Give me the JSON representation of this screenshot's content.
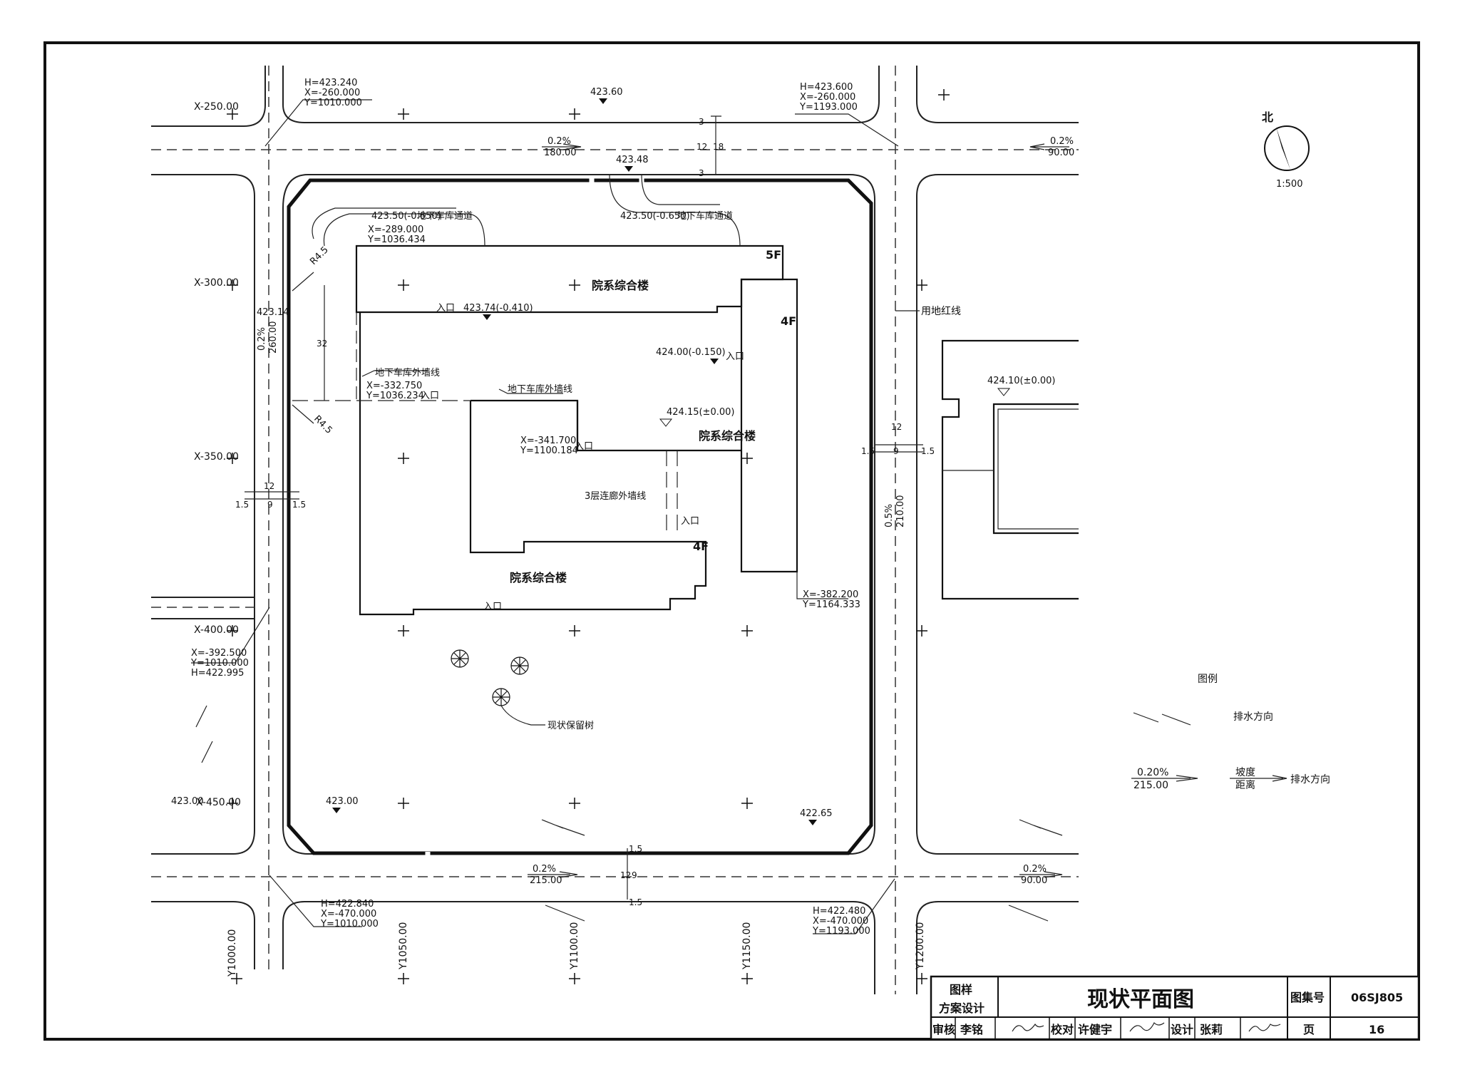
{
  "north_arrow": {
    "label": "北",
    "scale": "1:500"
  },
  "grid_x": [
    "X-250.00",
    "X-300.00",
    "X-350.00",
    "X-400.00",
    "X-450.00"
  ],
  "grid_y": [
    "Y1000.00",
    "Y1050.00",
    "Y1100.00",
    "Y1150.00",
    "Y1200.00"
  ],
  "points": {
    "nw": [
      "H=423.240",
      "X=-260.000",
      "Y=1010.000"
    ],
    "ne": [
      "H=423.600",
      "X=-260.000",
      "Y=1193.000"
    ],
    "w_mid": [
      "X=-392.500",
      "Y=1010.000",
      "H=422.995"
    ],
    "sw": [
      "H=422.840",
      "X=-470.000",
      "Y=1010.000"
    ],
    "se": [
      "H=422.480",
      "X=-470.000",
      "Y=1193.000"
    ],
    "ramp_nw": [
      "X=-289.000",
      "Y=1036.434"
    ],
    "wall": [
      "X=-332.750",
      "Y=1036.234"
    ],
    "b2": [
      "X=-341.700",
      "Y=1100.184"
    ],
    "b3": [
      "X=-382.200",
      "Y=1164.333"
    ]
  },
  "elevations": {
    "e1": "423.60",
    "e2": "423.48",
    "e3": "423.14",
    "e4": "423.00",
    "e5": "423.00",
    "e6": "422.65",
    "e7": "424.10(±0.00)",
    "e8": "423.74(-0.410)",
    "e9": "424.00(-0.150)",
    "e10": "424.15(±0.00)",
    "e11": "423.50(-0.650)",
    "e12": "423.50(-0.650)"
  },
  "slopes": {
    "north_w": [
      "0.2%",
      "180.00"
    ],
    "north_e": [
      "0.2%",
      "90.00"
    ],
    "west": [
      "0.2%",
      "260.00"
    ],
    "east": [
      "0.5%",
      "210.00"
    ],
    "south_w": [
      "0.2%",
      "215.00"
    ],
    "south_e": [
      "0.2%",
      "90.00"
    ]
  },
  "labels": {
    "building": "院系综合楼",
    "floors_5f": "5F",
    "floors_4f": "4F",
    "entrance": "入口",
    "ramp": "地下车库通道",
    "garage_wall": "地下车库外墙线",
    "corridor_wall": "3层连廊外墙线",
    "red_line": "用地红线",
    "tree": "现状保留树",
    "r1": "R4.5",
    "r2": "R4.5"
  },
  "dims": {
    "d3": "3",
    "d12": "12",
    "d18": "18",
    "d32": "32",
    "d15": "1.5",
    "d9": "9"
  },
  "legend": {
    "title": "图例",
    "drain": "排水方向",
    "sample_slope": "0.20%",
    "sample_dist": "215.00",
    "slope_word": "坡度",
    "dist_word": "距离",
    "drain2": "排水方向"
  },
  "title_block": {
    "type_top": "图样",
    "type_bottom": "方案设计",
    "title": "现状平面图",
    "atlas_label": "图集号",
    "atlas_no": "06SJ805",
    "reviewer_label": "审核",
    "reviewer": "李铭",
    "checker_label": "校对",
    "checker": "许健宇",
    "designer_label": "设计",
    "designer": "张莉",
    "page_label": "页",
    "page_no": "16"
  }
}
